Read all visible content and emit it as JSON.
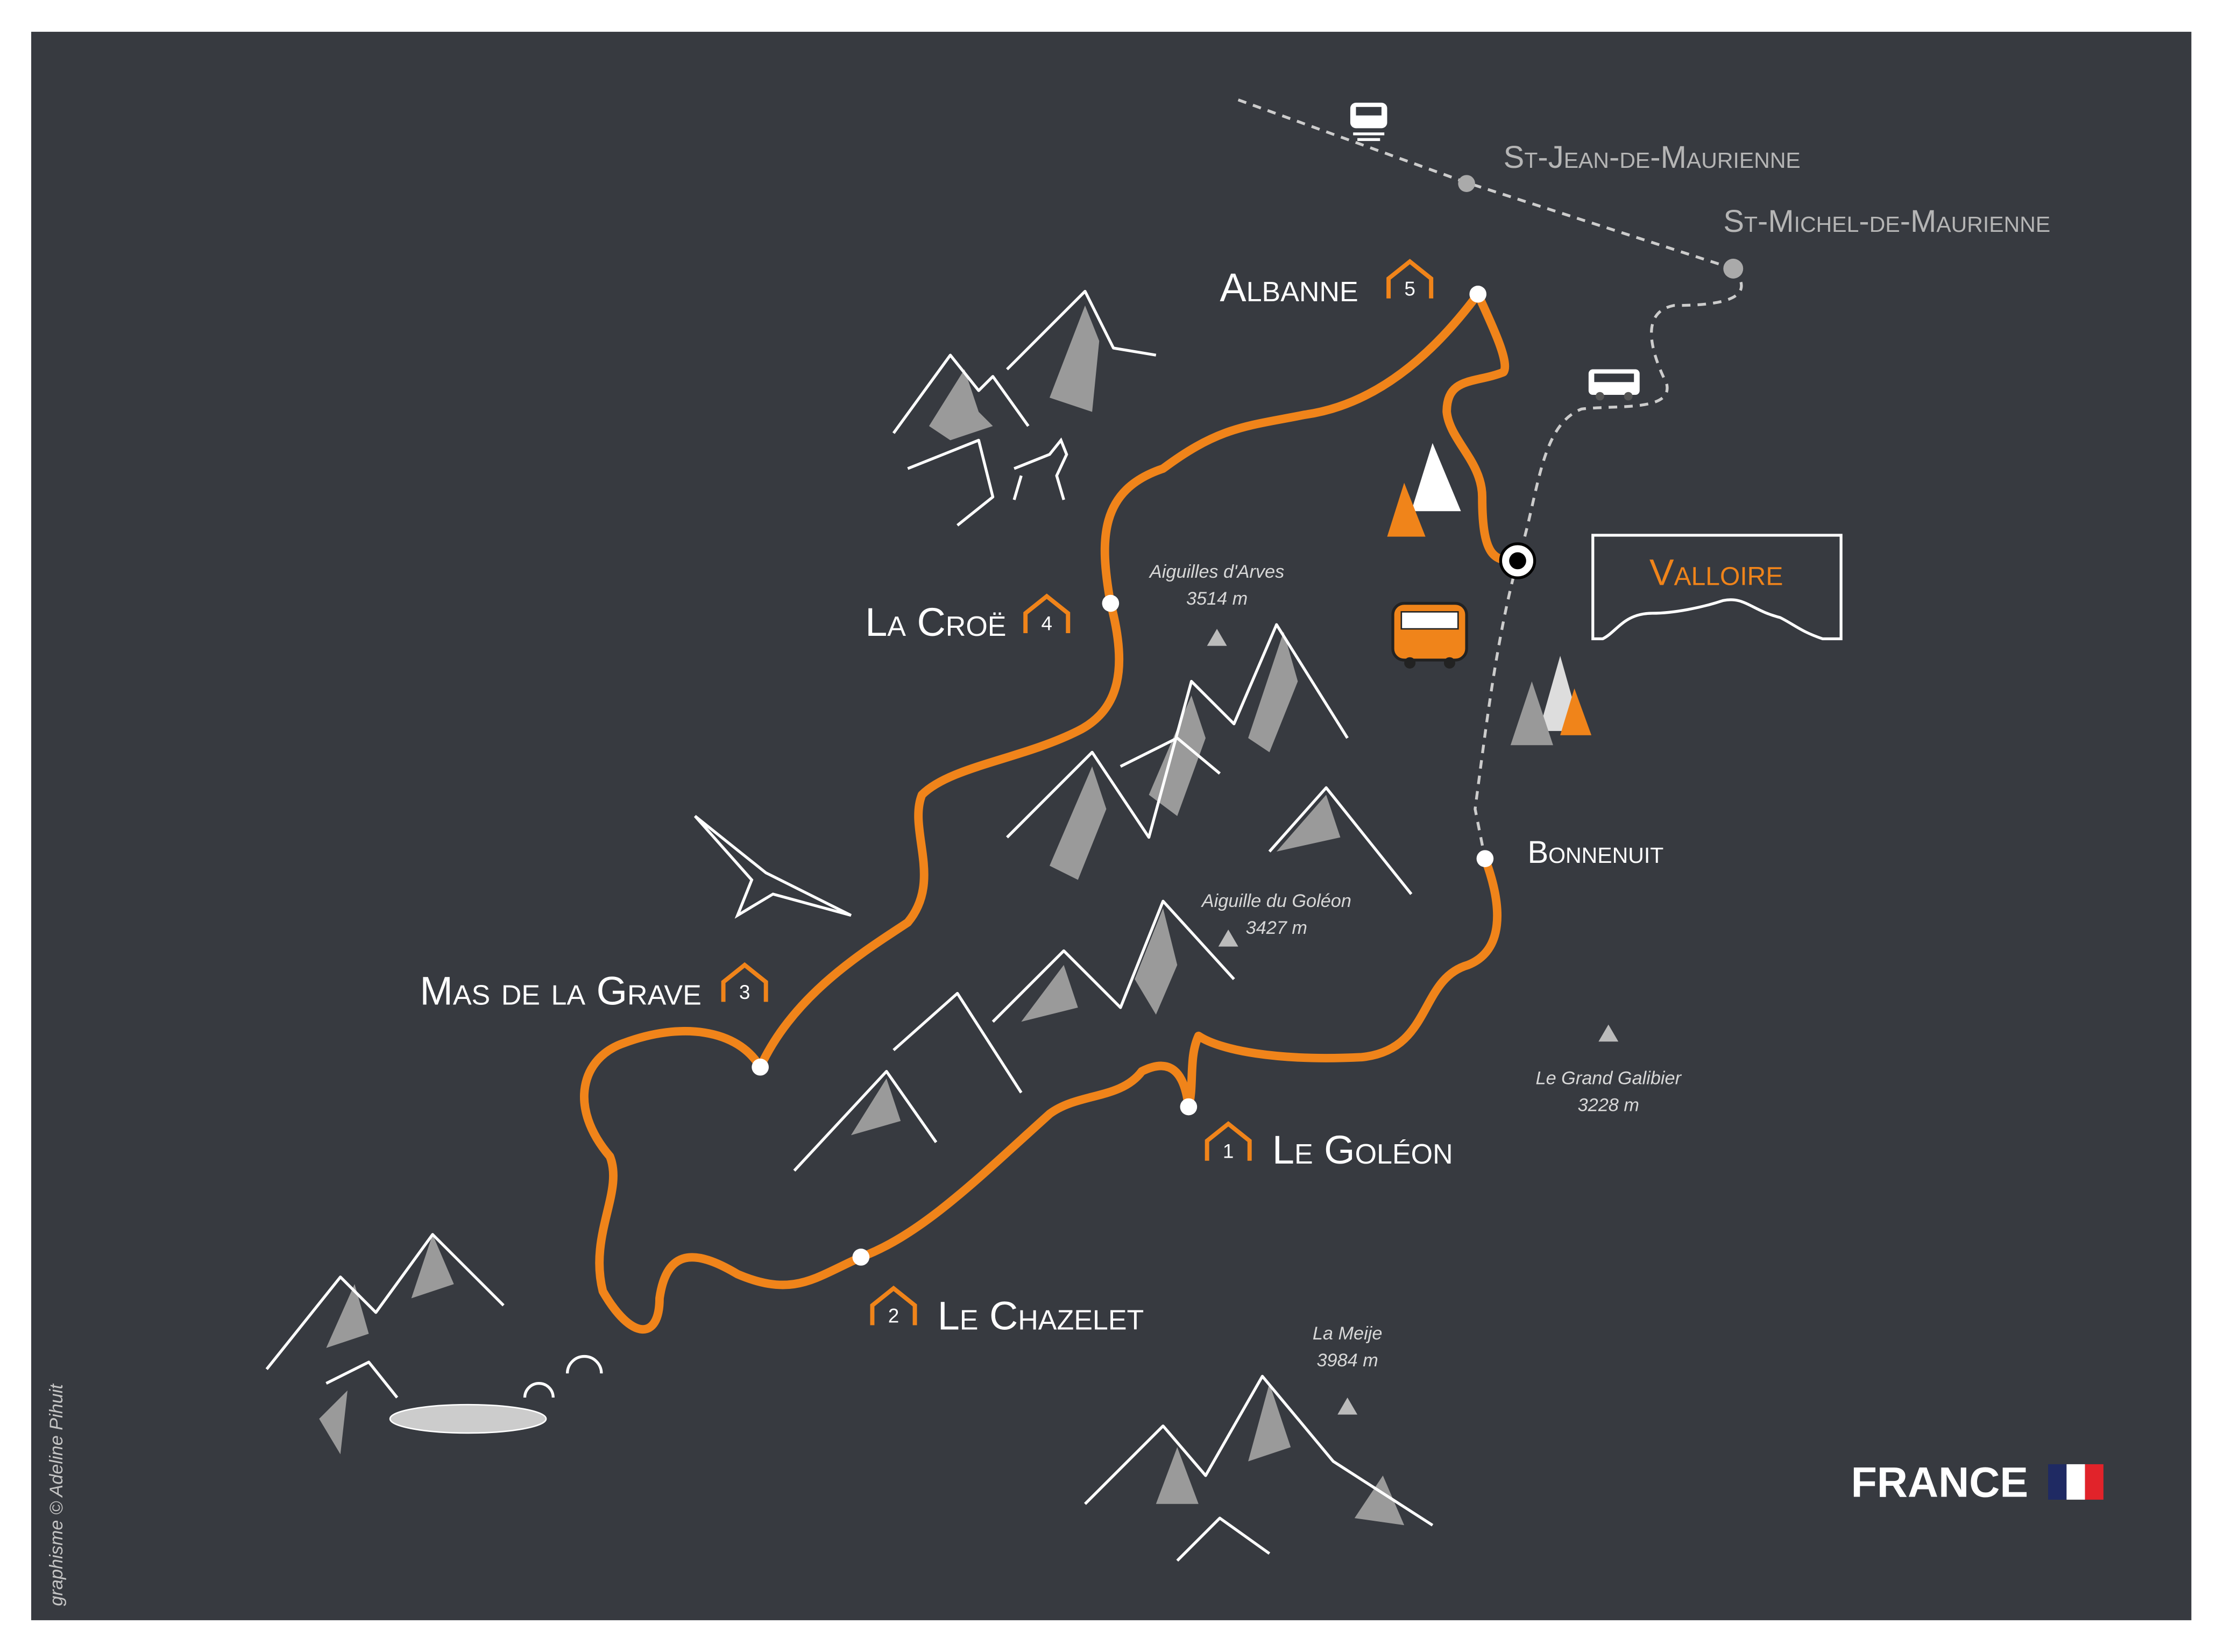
{
  "map": {
    "colors": {
      "background": "#373a40",
      "route": "#f0841a",
      "text": "#ffffff",
      "muted": "#b5b5b5"
    },
    "stations": [
      {
        "name": "St-Jean-de-Maurienne",
        "icon": "train-icon"
      },
      {
        "name": "St-Michel-de-Maurienne",
        "icon": "bus-icon"
      }
    ],
    "start": {
      "name": "Valloire"
    },
    "stages": [
      {
        "number": "1",
        "name": "Le Goléon"
      },
      {
        "number": "2",
        "name": "Le Chazelet"
      },
      {
        "number": "3",
        "name": "Mas de la Grave"
      },
      {
        "number": "4",
        "name": "La Croë"
      },
      {
        "number": "5",
        "name": "Albanne"
      }
    ],
    "waypoints": [
      {
        "name": "Bonnenuit"
      }
    ],
    "peaks": [
      {
        "name": "Aiguilles d'Arves",
        "altitude": "3514 m"
      },
      {
        "name": "Aiguille du Goléon",
        "altitude": "3427 m"
      },
      {
        "name": "Le Grand Galibier",
        "altitude": "3228 m"
      },
      {
        "name": "La Meije",
        "altitude": "3984 m"
      }
    ],
    "country": "FRANCE",
    "credit": "graphisme © Adeline Pihuit"
  }
}
